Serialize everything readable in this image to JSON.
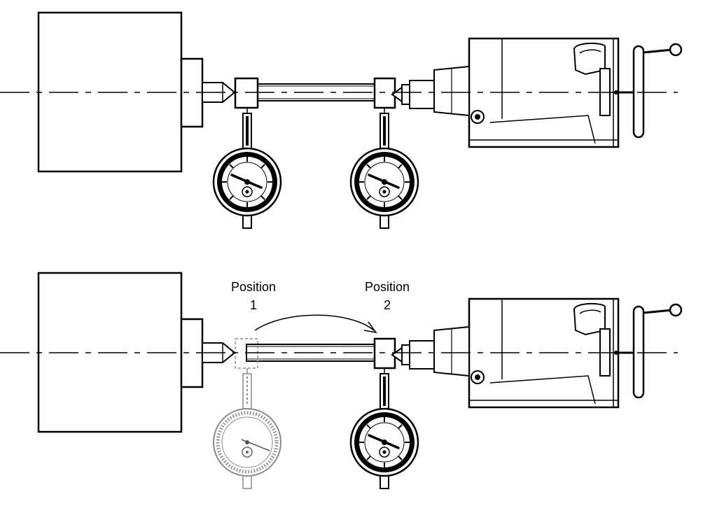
{
  "labels": {
    "position1_line1": "Position",
    "position1_line2": "1",
    "position2_line1": "Position",
    "position2_line2": "2"
  },
  "colors": {
    "ink": "#000000",
    "ghost": "#8a8a8a",
    "dial_fill": "#000000",
    "paper": "#ffffff"
  },
  "icons": [
    "headstock",
    "lathe-center",
    "test-bar",
    "dial-indicator",
    "tailstock",
    "handwheel",
    "move-arrow"
  ]
}
